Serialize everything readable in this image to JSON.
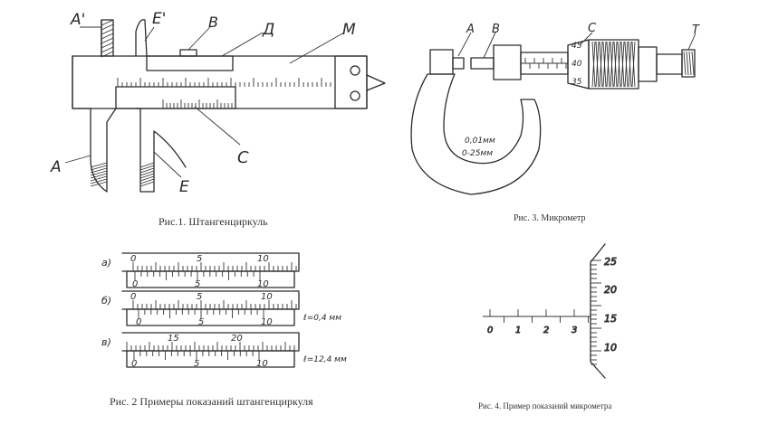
{
  "captions": {
    "fig1": "Рис.1. Штангенциркуль",
    "fig2": "Рис. 2 Примеры показаний штангенциркуля",
    "fig3": "Рис. 3. Микрометр",
    "fig4": "Рис. 4. Пример показаний микрометра"
  },
  "fig1": {
    "labels": {
      "a_upper": "A'",
      "e_upper": "E'",
      "b": "B",
      "d": "Д",
      "m": "M",
      "a_lower": "A",
      "e_lower": "E",
      "c": "C"
    }
  },
  "fig2": {
    "rows": [
      {
        "marker": "а)",
        "main_labels": [
          "0",
          "5",
          "10"
        ],
        "vernier_labels": [
          "0",
          "5",
          "10"
        ],
        "note": ""
      },
      {
        "marker": "б)",
        "main_labels": [
          "0",
          "5",
          "10"
        ],
        "vernier_labels": [
          "0",
          "5",
          "10"
        ],
        "note": "ℓ=0,4 мм"
      },
      {
        "marker": "в)",
        "main_labels": [
          "15",
          "20"
        ],
        "vernier_labels": [
          "0",
          "5",
          "10"
        ],
        "note": "ℓ=12,4 мм"
      }
    ]
  },
  "fig3": {
    "labels": {
      "a": "A",
      "b": "B",
      "c": "C",
      "t": "T"
    },
    "thimble_numbers": [
      "45",
      "40",
      "35"
    ],
    "frame_text": [
      "0,01мм",
      "0-25мм"
    ]
  },
  "fig4": {
    "sleeve_labels": [
      "0",
      "1",
      "2",
      "3"
    ],
    "thimble_labels": [
      "25",
      "20",
      "15",
      "10"
    ]
  }
}
